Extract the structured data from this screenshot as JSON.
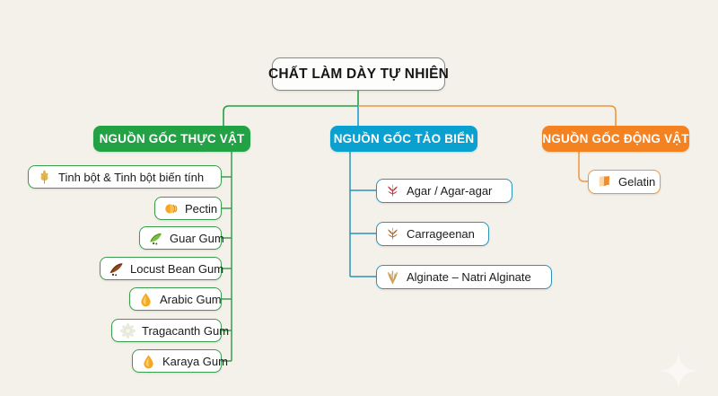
{
  "diagram": {
    "title": "CHẤT LÀM DÀY TỰ NHIÊN",
    "background_color": "#f4f1ea",
    "root": {
      "label": "CHẤT LÀM DÀY TỰ NHIÊN"
    },
    "branches": [
      {
        "id": "plant",
        "label": "NGUỒN GỐC THỰC VẬT",
        "color": "#22a145",
        "children": [
          {
            "label": "Tinh bột & Tinh bột biến tính",
            "icon": "wheat-icon"
          },
          {
            "label": "Pectin",
            "icon": "orange-slices-icon"
          },
          {
            "label": "Guar Gum",
            "icon": "green-pod-icon"
          },
          {
            "label": "Locust Bean Gum",
            "icon": "carob-pod-icon"
          },
          {
            "label": "Arabic Gum",
            "icon": "amber-droplet-icon"
          },
          {
            "label": "Tragacanth Gum",
            "icon": "white-flower-icon"
          },
          {
            "label": "Karaya Gum",
            "icon": "amber-droplet-icon"
          }
        ]
      },
      {
        "id": "algae",
        "label": "NGUỒN GỐC TẢO BIỂN",
        "color": "#0aa0d0",
        "children": [
          {
            "label": "Agar / Agar-agar",
            "icon": "red-coral-icon"
          },
          {
            "label": "Carrageenan",
            "icon": "brown-coral-icon"
          },
          {
            "label": "Alginate – Natri Alginate",
            "icon": "tan-seaweed-icon"
          }
        ]
      },
      {
        "id": "animal",
        "label": "NGUỒN GỐC ĐỘNG VẬT",
        "color": "#f58220",
        "children": [
          {
            "label": "Gelatin",
            "icon": "gelatin-sheet-icon"
          }
        ]
      }
    ]
  },
  "chart_data": {
    "type": "diagram",
    "title": "CHẤT LÀM DÀY TỰ NHIÊN",
    "layout": "top-down mind map, 3 category branches",
    "nodes": [
      {
        "level": 0,
        "label": "CHẤT LÀM DÀY TỰ NHIÊN",
        "color": "#fdfdfb"
      },
      {
        "level": 1,
        "label": "NGUỒN GỐC THỰC VẬT",
        "color": "#22a145",
        "child_count": 7
      },
      {
        "level": 1,
        "label": "NGUỒN GỐC TẢO BIỂN",
        "color": "#0aa0d0",
        "child_count": 3
      },
      {
        "level": 1,
        "label": "NGUỒN GỐC ĐỘNG VẬT",
        "color": "#f58220",
        "child_count": 1
      },
      {
        "level": 2,
        "parent": "NGUỒN GỐC THỰC VẬT",
        "label": "Tinh bột & Tinh bột biến tính"
      },
      {
        "level": 2,
        "parent": "NGUỒN GỐC THỰC VẬT",
        "label": "Pectin"
      },
      {
        "level": 2,
        "parent": "NGUỒN GỐC THỰC VẬT",
        "label": "Guar Gum"
      },
      {
        "level": 2,
        "parent": "NGUỒN GỐC THỰC VẬT",
        "label": "Locust Bean Gum"
      },
      {
        "level": 2,
        "parent": "NGUỒN GỐC THỰC VẬT",
        "label": "Arabic Gum"
      },
      {
        "level": 2,
        "parent": "NGUỒN GỐC THỰC VẬT",
        "label": "Tragacanth Gum"
      },
      {
        "level": 2,
        "parent": "NGUỒN GỐC THỰC VẬT",
        "label": "Karaya Gum"
      },
      {
        "level": 2,
        "parent": "NGUỒN GỐC TẢO BIỂN",
        "label": "Agar / Agar-agar"
      },
      {
        "level": 2,
        "parent": "NGUỒN GỐC TẢO BIỂN",
        "label": "Carrageenan"
      },
      {
        "level": 2,
        "parent": "NGUỒN GỐC TẢO BIỂN",
        "label": "Alginate – Natri Alginate"
      },
      {
        "level": 2,
        "parent": "NGUỒN GỐC ĐỘNG VẬT",
        "label": "Gelatin"
      }
    ]
  }
}
